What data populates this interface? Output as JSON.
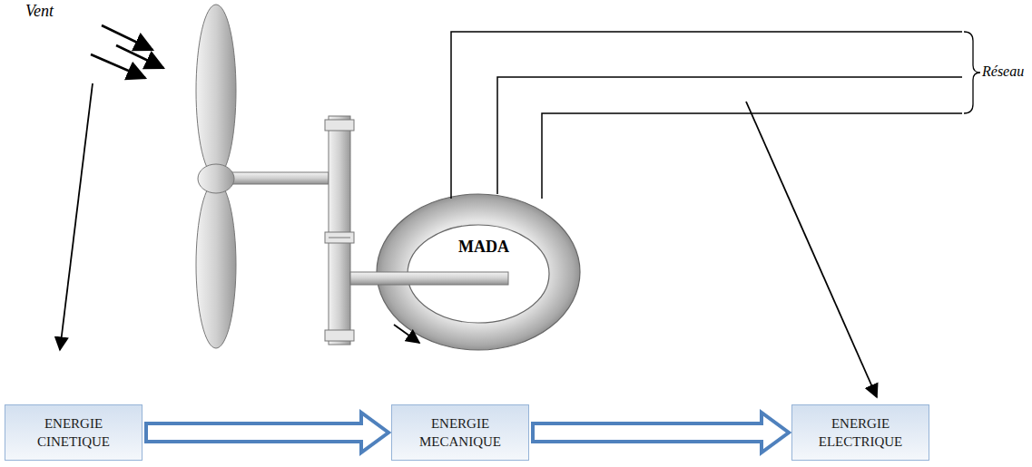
{
  "diagram": {
    "nodes": [
      {
        "text": [
          "ENERGIE CINETIQUE"
        ]
      },
      {
        "text": [
          "ENERGIE MECANIQUE"
        ]
      },
      {
        "text": [
          "ENERGIE ELECTRIQUE"
        ]
      }
    ],
    "edges": [
      {
        "from": 0,
        "to": 1,
        "arrow": "to"
      },
      {
        "from": 1,
        "to": 2,
        "arrow": "to"
      }
    ],
    "labels": [
      "Vent",
      "MADA",
      "Réseau"
    ]
  }
}
